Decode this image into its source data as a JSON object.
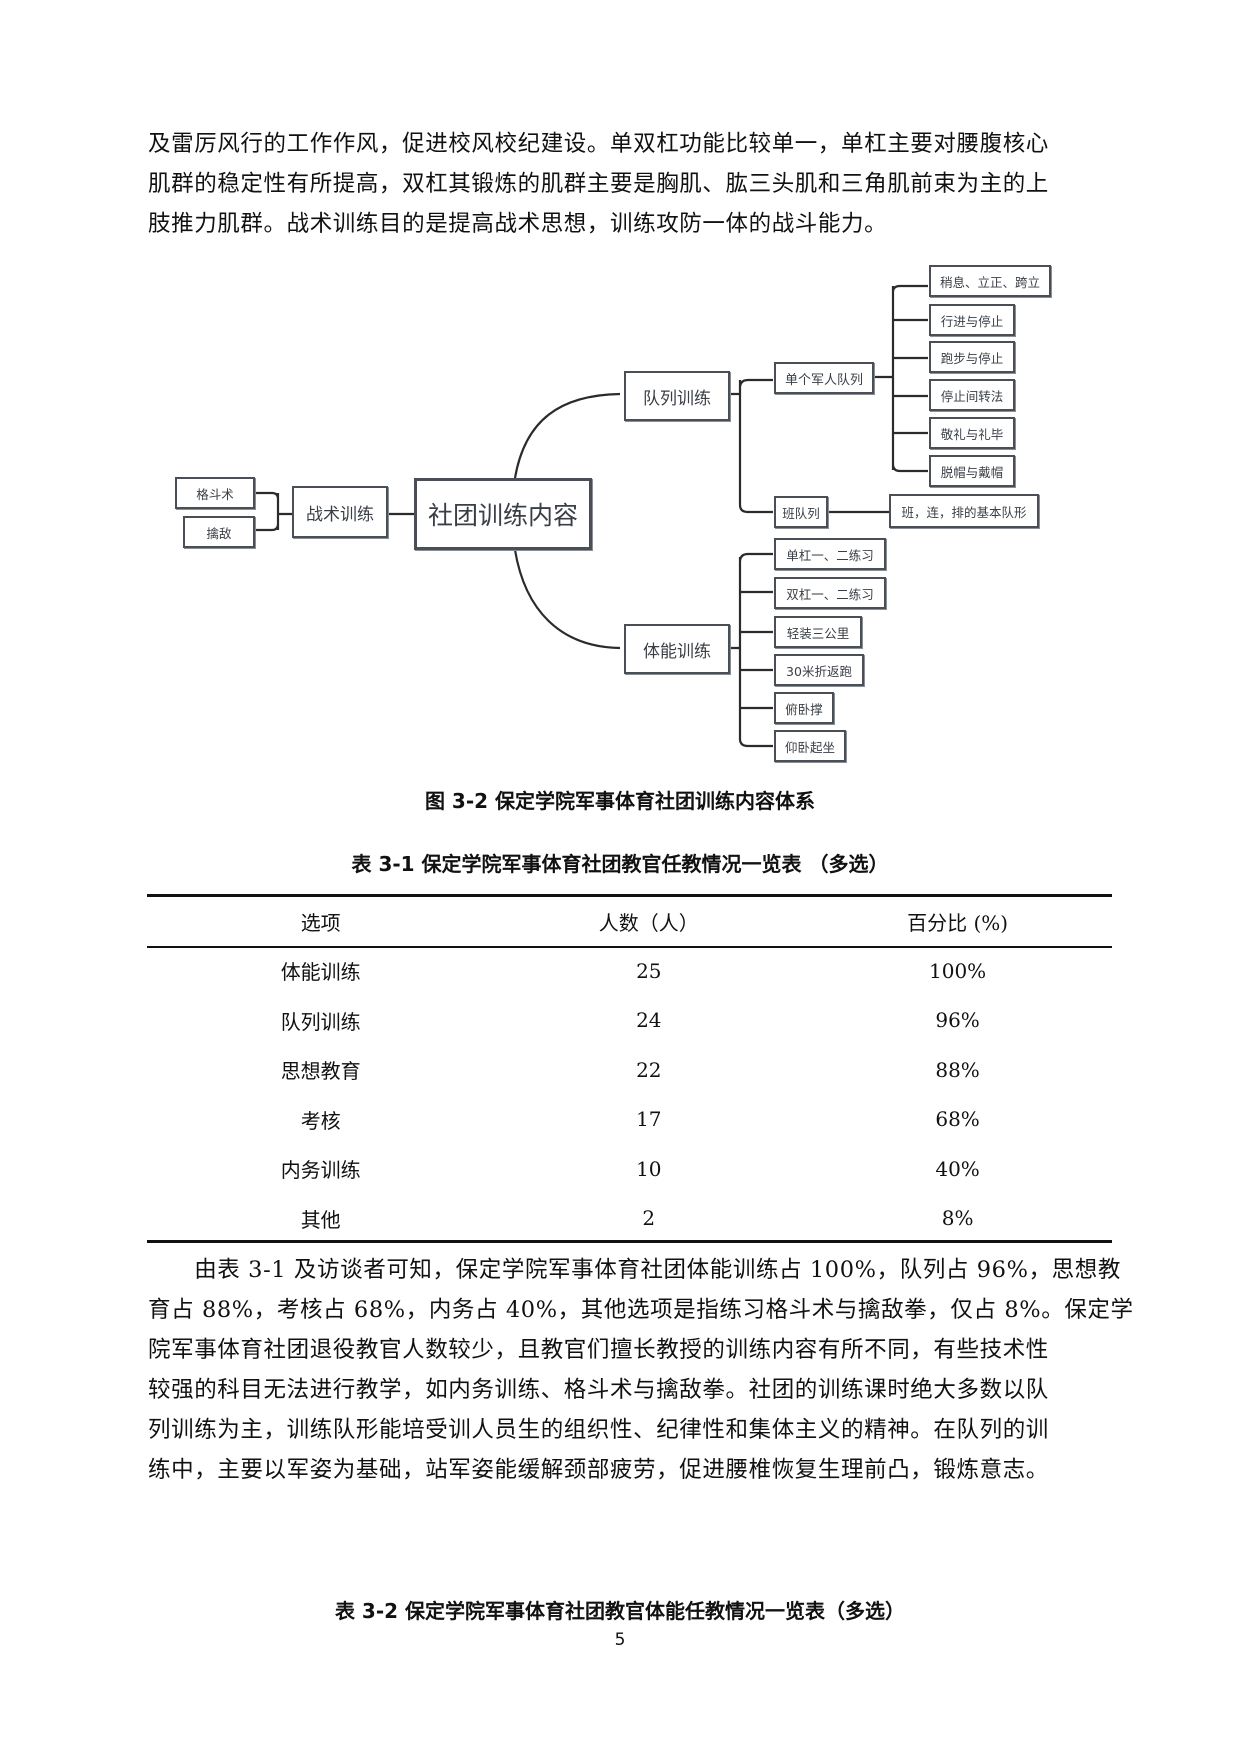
{
  "paragraph_top": {
    "lines": [
      "及雷厉风行的工作作风，促进校风校纪建设。单双杠功能比较单一，单杠主要对腰腹核心",
      "肌群的稳定性有所提高，双杠其锻炼的肌群主要是胸肌、肱三头肌和三角肌前束为主的上",
      "肢推力肌群。战术训练目的是提高战术思想，训练攻防一体的战斗能力。"
    ]
  },
  "diagram": {
    "root": "社团训练内容",
    "branches": {
      "tactics": {
        "label": "战术训练",
        "children": [
          "格斗术",
          "擒敌"
        ]
      },
      "drill": {
        "label": "队列训练",
        "single": {
          "label": "单个军人队列",
          "children": [
            "稍息、立正、跨立",
            "行进与停止",
            "跑步与停止",
            "停止间转法",
            "敬礼与礼毕",
            "脱帽与戴帽"
          ]
        },
        "squad": {
          "label": "班队列",
          "children": [
            "班，连，排的基本队形"
          ]
        }
      },
      "fitness": {
        "label": "体能训练",
        "children": [
          "单杠一、二练习",
          "双杠一、二练习",
          "轻装三公里",
          "30米折返跑",
          "俯卧撑",
          "仰卧起坐"
        ]
      }
    },
    "caption": "图 3-2  保定学院军事体育社团训练内容体系"
  },
  "table_1": {
    "caption": "表 3-1 保定学院军事体育社团教官任教情况一览表  （多选）",
    "headers": [
      "选项",
      "人数（人）",
      "百分比 (%)"
    ],
    "rows": [
      [
        "体能训练",
        "25",
        "100%"
      ],
      [
        "队列训练",
        "24",
        "96%"
      ],
      [
        "思想教育",
        "22",
        "88%"
      ],
      [
        "考核",
        "17",
        "68%"
      ],
      [
        "内务训练",
        "10",
        "40%"
      ],
      [
        "其他",
        "2",
        "8%"
      ]
    ]
  },
  "paragraph_bottom": {
    "lines": [
      "　　由表 3-1 及访谈者可知，保定学院军事体育社团体能训练占 100%，队列占 96%，思想教",
      "育占 88%，考核占 68%，内务占 40%，其他选项是指练习格斗术与擒敌拳，仅占 8%。保定学",
      "院军事体育社团退役教官人数较少，且教官们擅长教授的训练内容有所不同，有些技术性",
      "较强的科目无法进行教学，如内务训练、格斗术与擒敌拳。社团的训练课时绝大多数以队",
      "列训练为主，训练队形能培受训人员生的组织性、纪律性和集体主义的精神。在队列的训",
      "练中，主要以军姿为基础，站军姿能缓解颈部疲劳，促进腰椎恢复生理前凸，锻炼意志。"
    ]
  },
  "table_2": {
    "caption": "表 3-2 保定学院军事体育社团教官体能任教情况一览表（多选）"
  },
  "footer": {
    "page_number": "5"
  }
}
